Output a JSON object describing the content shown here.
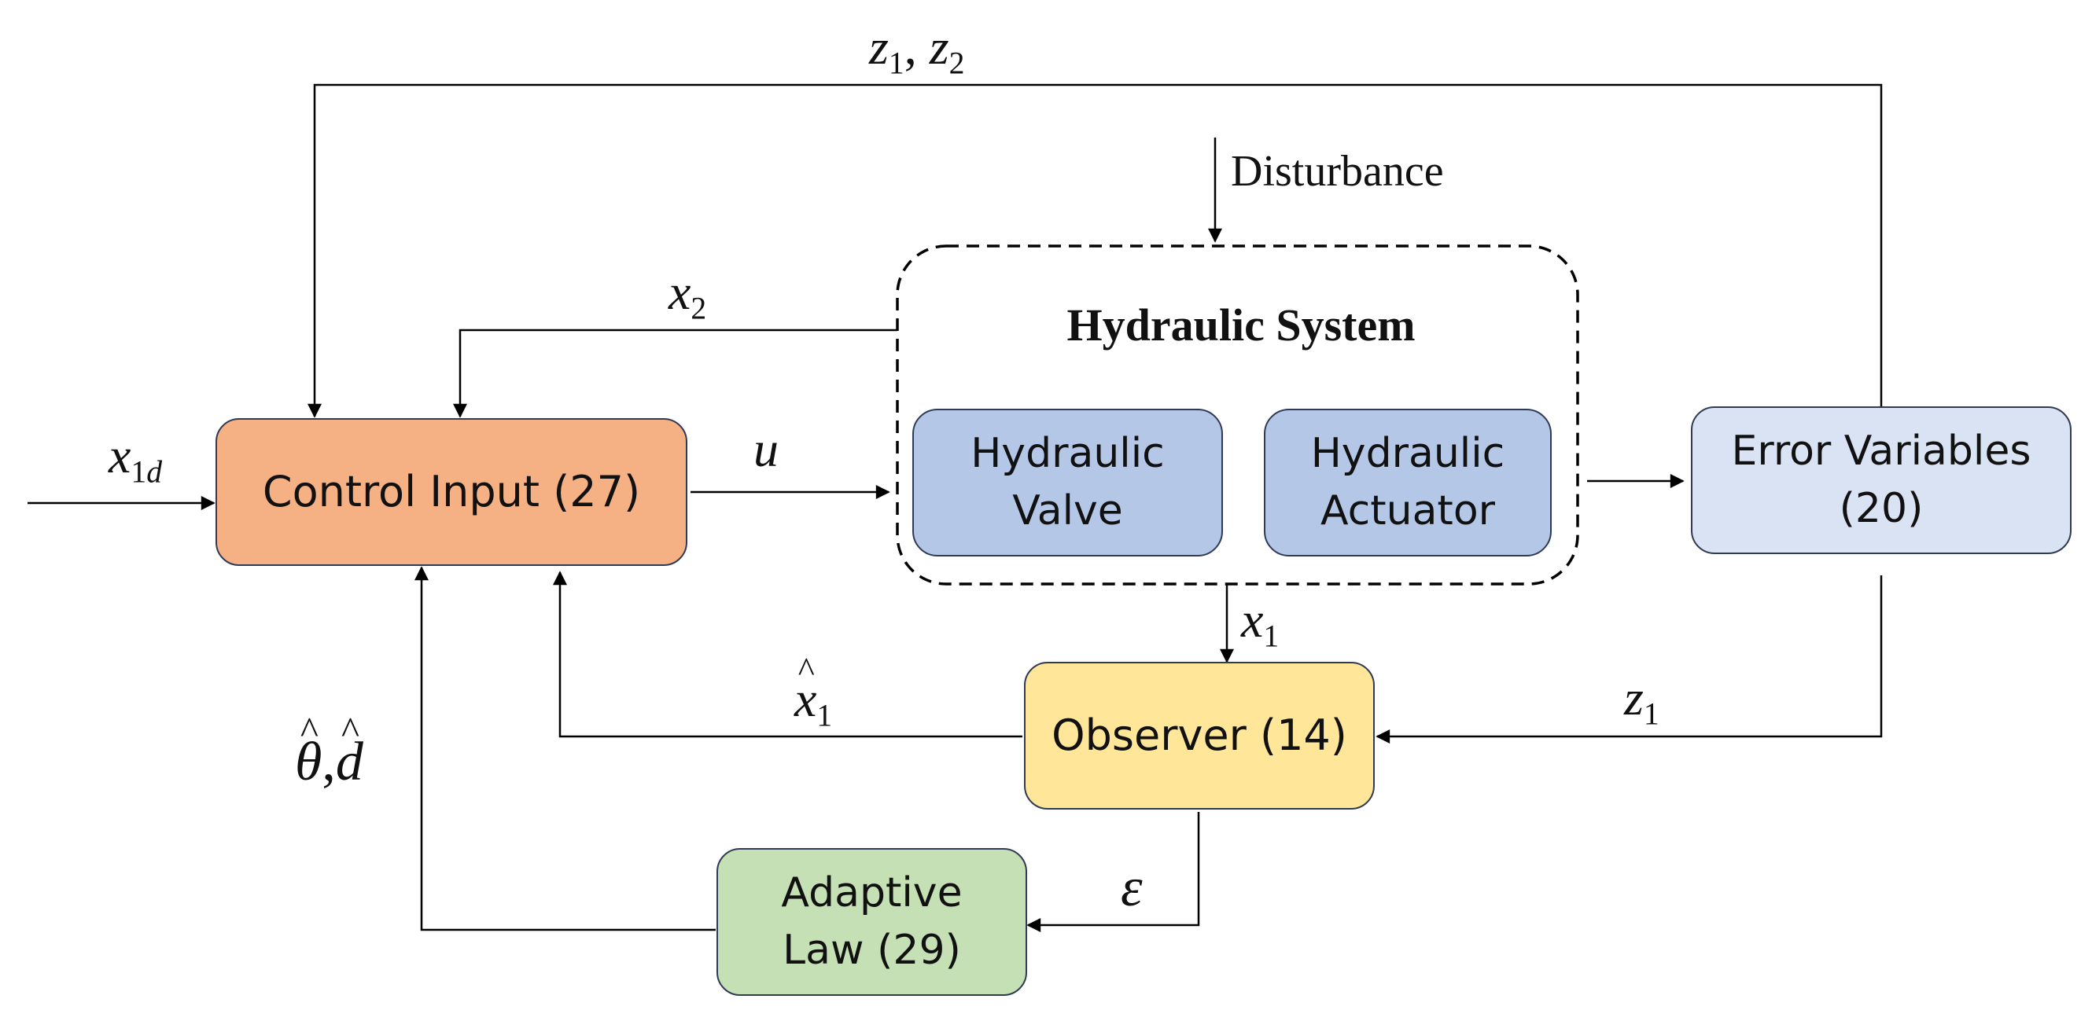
{
  "blocks": {
    "control_input": {
      "label": "Control Input (27)",
      "fill": "#f5b183"
    },
    "hydraulic_system": {
      "title": "Hydraulic System"
    },
    "hydraulic_valve": {
      "line1": "Hydraulic",
      "line2": "Valve",
      "fill": "#b4c7e7"
    },
    "hydraulic_actuator": {
      "line1": "Hydraulic",
      "line2": "Actuator",
      "fill": "#b4c7e7"
    },
    "error_variables": {
      "line1": "Error Variables",
      "line2": "(20)",
      "fill": "#dae3f3"
    },
    "observer": {
      "label": "Observer (14)",
      "fill": "#ffe699"
    },
    "adaptive_law": {
      "line1": "Adaptive",
      "line2": "Law (29)",
      "fill": "#c5e0b4"
    }
  },
  "signals": {
    "x1d": {
      "base": "x",
      "sub": "1",
      "sub_italic": "d"
    },
    "u": "u",
    "x2": {
      "base": "x",
      "sub": "2"
    },
    "z1z2": {
      "a": "z",
      "a_sub": "1",
      "sep": ", ",
      "b": "z",
      "b_sub": "2"
    },
    "disturbance": "Disturbance",
    "x1": {
      "base": "x",
      "sub": "1"
    },
    "x1hat": {
      "base": "x",
      "sub": "1"
    },
    "z1": {
      "base": "z",
      "sub": "1"
    },
    "theta_d_hat": {
      "a": "θ",
      "sep": ",",
      "b": "d"
    },
    "epsilon": "ε"
  },
  "colors": {
    "line": "#000000",
    "box_border": "#2f3a56"
  }
}
